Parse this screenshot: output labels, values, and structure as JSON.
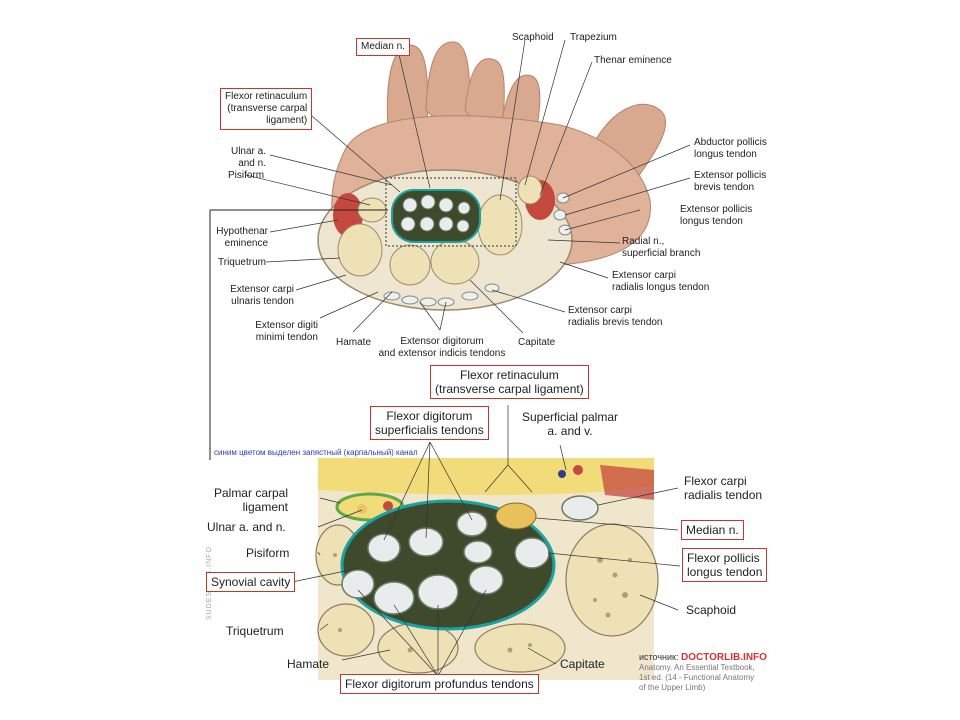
{
  "top_labels": {
    "median_n": "Median n.",
    "flexor_retinaculum": [
      "Flexor retinaculum",
      "(transverse carpal",
      "ligament)"
    ],
    "ulnar_a_n": [
      "Ulnar a.",
      "and n."
    ],
    "pisiform": "Pisiform",
    "hypothenar": [
      "Hypothenar",
      "eminence"
    ],
    "triquetrum": "Triquetrum",
    "ecu": [
      "Extensor carpi",
      "ulnaris tendon"
    ],
    "edm": [
      "Extensor digiti",
      "minimi tendon"
    ],
    "hamate": "Hamate",
    "edc": [
      "Extensor digitorum",
      "and extensor indicis tendons"
    ],
    "capitate": "Capitate",
    "ecrb": [
      "Extensor carpi",
      "radialis brevis tendon"
    ],
    "ecrl": [
      "Extensor carpi",
      "radialis longus tendon"
    ],
    "radial_n": [
      "Radial n.,",
      "superficial branch"
    ],
    "epl": [
      "Extensor pollicis",
      "longus tendon"
    ],
    "epb": [
      "Extensor pollicis",
      "brevis tendon"
    ],
    "apl": [
      "Abductor pollicis",
      "longus tendon"
    ],
    "thenar": "Thenar eminence",
    "scaphoid": "Scaphoid",
    "trapezium": "Trapezium"
  },
  "bottom_labels": {
    "flexor_retinaculum": [
      "Flexor retinaculum",
      "(transverse carpal ligament)"
    ],
    "fds": [
      "Flexor digitorum",
      "superficialis tendons"
    ],
    "superficial_palmar": [
      "Superficial palmar",
      "a. and v."
    ],
    "palmar_carpal": [
      "Palmar carpal",
      "ligament"
    ],
    "ulnar_a_n": "Ulnar a. and n.",
    "pisiform": "Pisiform",
    "synovial": "Synovial cavity",
    "triquetrum": "Triquetrum",
    "hamate": "Hamate",
    "fdp": "Flexor digitorum profundus tendons",
    "capitate": "Capitate",
    "scaphoid": "Scaphoid",
    "fpl": [
      "Flexor pollicis",
      "longus tendon"
    ],
    "median_n": "Median n.",
    "fcr": [
      "Flexor carpi",
      "radialis tendon"
    ]
  },
  "caption_ru": "синим цветом выделен запястный (карпальный) канал",
  "watermark": "SUDESIGNS.INFO",
  "source": {
    "prefix": "источник:",
    "brand": "DOCTORLIB.INFO",
    "lines": [
      "Anatomy. An Essential Textbook,",
      "1st ed. (14 - Functional Anatomy",
      "of the Upper Limb)"
    ]
  },
  "colors": {
    "skin": "#d9a98f",
    "bone": "#efe1b6",
    "tendon_sheath": "#3f4a2c",
    "canal_outline": "#1aa3a3",
    "label_box": "#c0392b",
    "fat": "#f2dc7a",
    "muscle": "#c4483e"
  }
}
